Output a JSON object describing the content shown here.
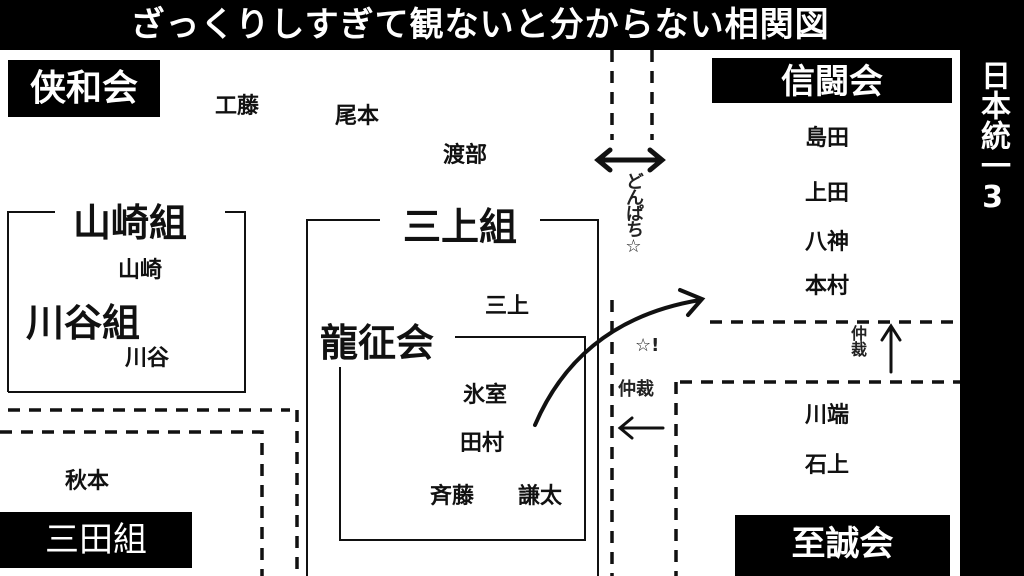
{
  "title": "ざっくりしすぎて観ないと分からない相関図",
  "side_label": "日本統一3",
  "factions": {
    "kyowa": "侠和会",
    "shinto": "信闘会",
    "sanda": "三田組",
    "shisei": "至誠会",
    "yamazaki": "山崎組",
    "kawatani": "川谷組",
    "mikami": "三上組",
    "ryusei": "龍征会"
  },
  "people": {
    "kudo": "工藤",
    "omoto": "尾本",
    "watabe": "渡部",
    "yamazaki": "山崎",
    "kawatani": "川谷",
    "akimoto": "秋本",
    "mikami": "三上",
    "himuro": "氷室",
    "tamura": "田村",
    "saito": "斉藤",
    "kenta": "謙太",
    "shimada": "島田",
    "ueda": "上田",
    "yagami": "八神",
    "motomura": "本村",
    "kawabata": "川端",
    "ishigami": "石上"
  },
  "annotations": {
    "donpachi": "どんぱち☆",
    "bang": "☆!",
    "chusai_left": "仲裁",
    "chusai_right": "仲裁"
  }
}
